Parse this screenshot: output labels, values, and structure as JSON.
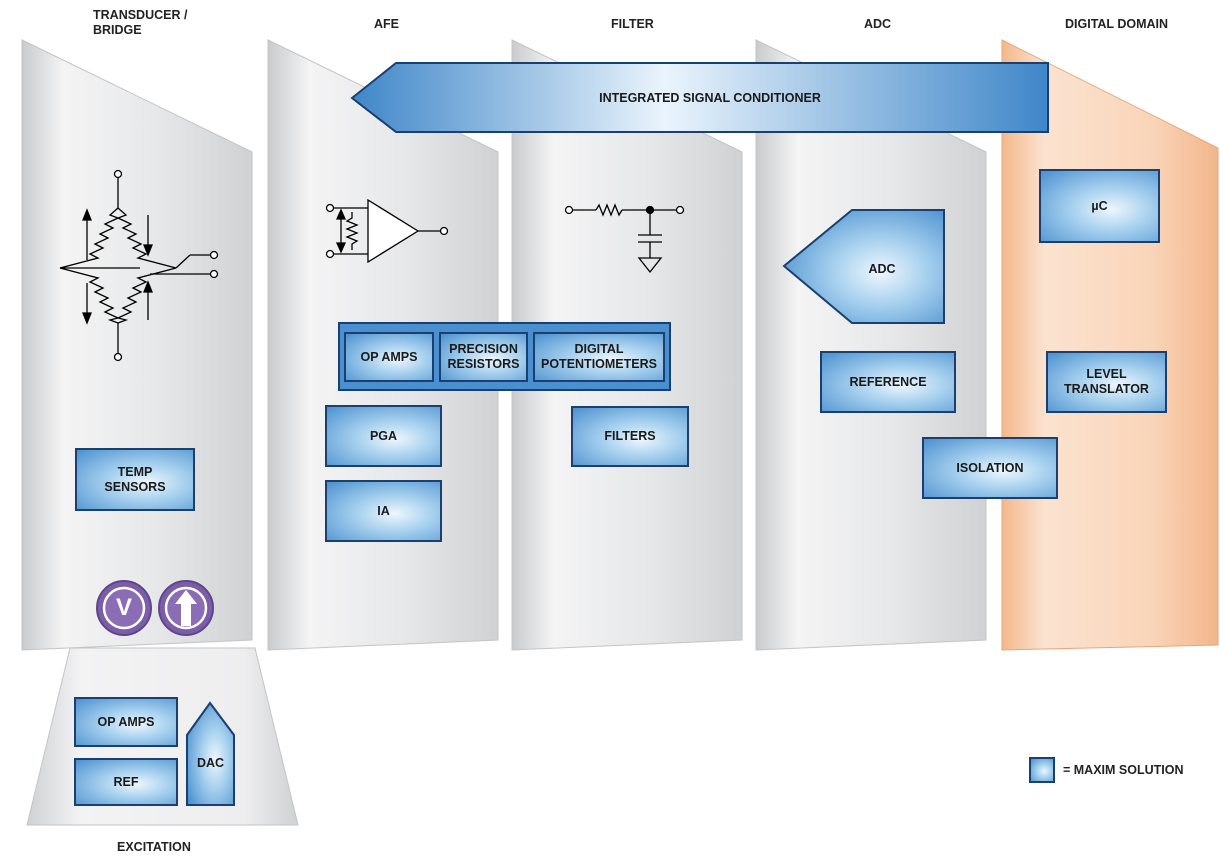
{
  "headers": {
    "transducer": "TRANSDUCER /\nBRIDGE",
    "afe": "AFE",
    "filter": "FILTER",
    "adc": "ADC",
    "digital": "DIGITAL DOMAIN",
    "excitation": "EXCITATION"
  },
  "arrow": {
    "label": "INTEGRATED SIGNAL CONDITIONER"
  },
  "blocks": {
    "temp_sensors": "TEMP\nSENSORS",
    "op_amps": "OP AMPS",
    "precision_resistors": "PRECISION\nRESISTORS",
    "digital_potentiometers": "DIGITAL\nPOTENTIOMETERS",
    "pga": "PGA",
    "ia": "IA",
    "filters": "FILTERS",
    "adc": "ADC",
    "reference": "REFERENCE",
    "isolation": "ISOLATION",
    "uc": "µC",
    "level_translator": "LEVEL\nTRANSLATOR",
    "exc_op_amps": "OP AMPS",
    "exc_ref": "REF",
    "exc_dac": "DAC"
  },
  "excitation_icons": {
    "voltage": "V",
    "current": "current-arrow-icon"
  },
  "legend": {
    "text": "= MAXIM SOLUTION"
  },
  "colors": {
    "block_dark": "#4b90cf",
    "block_light": "#eef6fd",
    "block_border": "#1b3f6e",
    "digital_domain": "#f7c9a4",
    "badge": "#7b5ea7"
  }
}
